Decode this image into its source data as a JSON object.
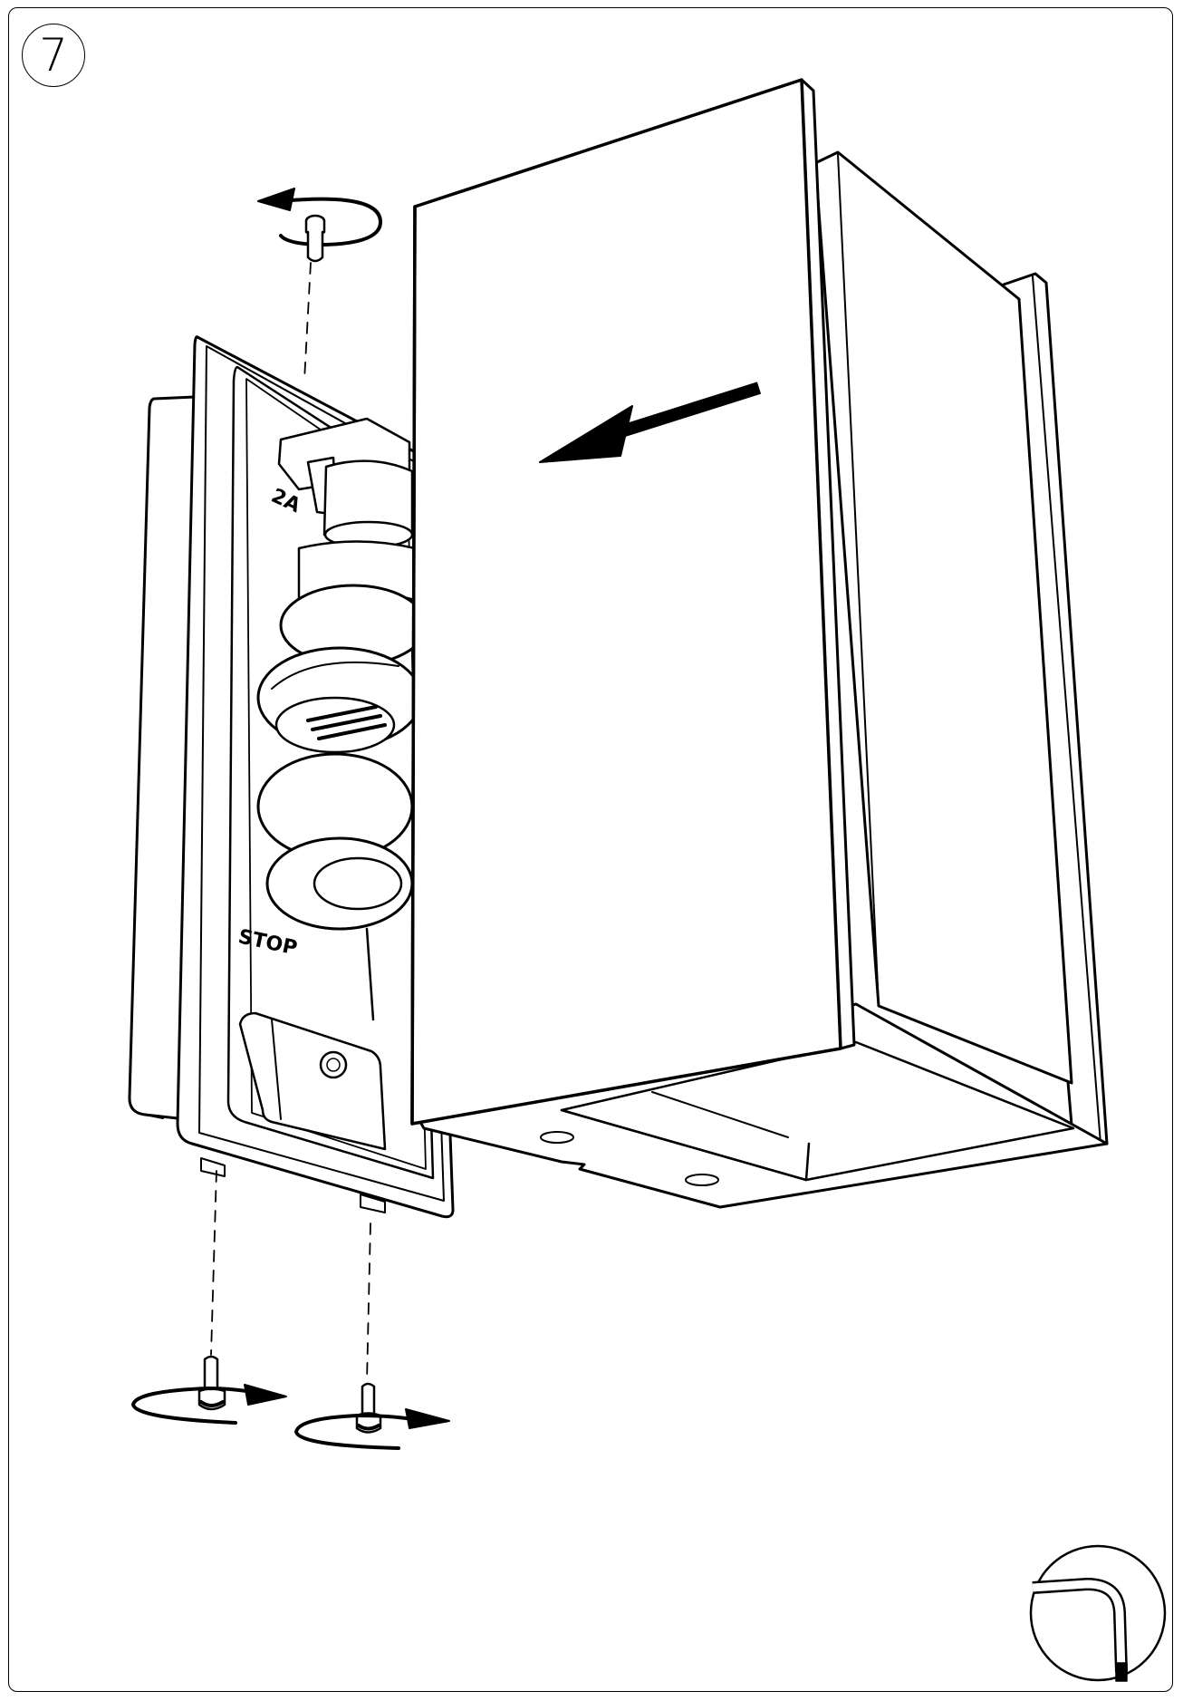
{
  "step": {
    "number": "7"
  },
  "lamp": {
    "frame_marking": "STOP",
    "socket_marking": "2A"
  },
  "icons": {
    "tool": "hex-key-icon",
    "rotate_ccw": "rotate-counterclockwise-icon",
    "rotate_cw": "rotate-clockwise-icon",
    "direction": "slide-left-arrow-icon",
    "screw": "screw-icon"
  },
  "colors": {
    "line": "#000000",
    "fill": "#ffffff"
  }
}
